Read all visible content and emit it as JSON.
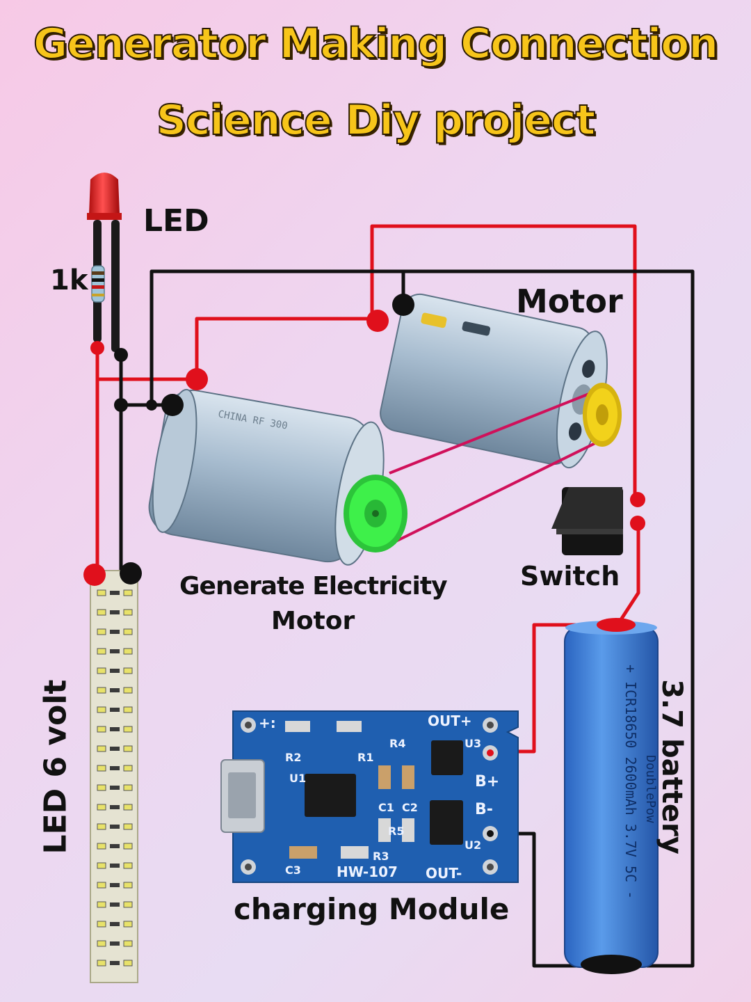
{
  "title": {
    "line1": "Generator Making Connection",
    "line2": "Science Diy project"
  },
  "labels": {
    "led": "LED",
    "resistor": "1k",
    "motor": "Motor",
    "generator_line1": "Generate Electricity",
    "generator_line2": "Motor",
    "switch": "Switch",
    "led_strip": "LED 6 volt",
    "battery": "3.7 battery",
    "charging_module": "charging Module"
  },
  "module_text": {
    "out_plus": "OUT+",
    "out_minus": "OUT-",
    "b_plus": "B+",
    "b_minus": "B-",
    "model": "HW-107",
    "r1": "R1",
    "r2": "R2",
    "r3": "R3",
    "r4": "R4",
    "r5": "R5",
    "c1": "C1",
    "c2": "C2",
    "c3": "C3",
    "u1": "U1",
    "u2": "U2",
    "u3": "U3",
    "plus": "+:"
  },
  "battery_text": {
    "line1": "+  ICR18650 2600mAh 3.7V 5C -",
    "line2": "DoublePow"
  },
  "colors": {
    "title": "#f7c51a",
    "red_wire": "#e0101c",
    "black_wire": "#111111",
    "pcb": "#1f5fb0",
    "battery": "#3d7fd8",
    "motor_body": "#9fb6c9",
    "gen_pulley": "#3ef04a",
    "motor_pulley": "#f2d21b",
    "belt": "#d0105a"
  }
}
